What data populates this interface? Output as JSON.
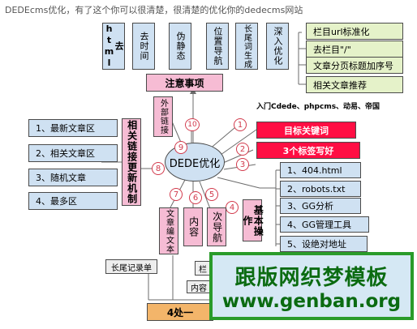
{
  "title": "DEDEcms优化，有了这个你可以很清楚，很清楚的优化你的dedecms网站",
  "top_columns": [
    "去html",
    "去时间",
    "伪静态",
    "位置导航",
    "长尾词生成",
    "深入优化"
  ],
  "deep_items": [
    "栏目url标准化",
    "去栏目\"/\"",
    "文章分页标题加序号",
    "相关文章推荐"
  ],
  "notice": "注意事项",
  "center": "DEDE优化",
  "external_links": "外部链接",
  "entry_label": "入门Cdede、phpcms、动易、帝国",
  "keywords": "目标关键词",
  "tags": "3个标签写好",
  "basic_ops": "基本操作",
  "basic_items": [
    "1、404.html",
    "2、robots.txt",
    "3、GG分析",
    "4、GG管理工具",
    "5、设绝对地址"
  ],
  "related_links": "相关链接更新机制",
  "related_items": [
    "1、最新文章区",
    "2、相关文章区",
    "3、随机文章",
    "4、最多区"
  ],
  "article_text": "文章编文本",
  "content": "内容",
  "sub_nav": "次导航",
  "long_tail": "长尾记录单",
  "partial_1": "栏",
  "partial_2": "内容",
  "bottom_box": "4处一",
  "numbers": [
    "1",
    "2",
    "3",
    "4",
    "5",
    "6",
    "7",
    "8",
    "9",
    "10"
  ],
  "watermark": {
    "line1": "跟版网织梦模板",
    "line2": "www.genban.org"
  },
  "colors": {
    "line": "#6b6b6b",
    "red": "#ff0e43",
    "pink": "#f6bcd4",
    "blue": "#cfe1f2",
    "green": "#e5f2c9"
  }
}
